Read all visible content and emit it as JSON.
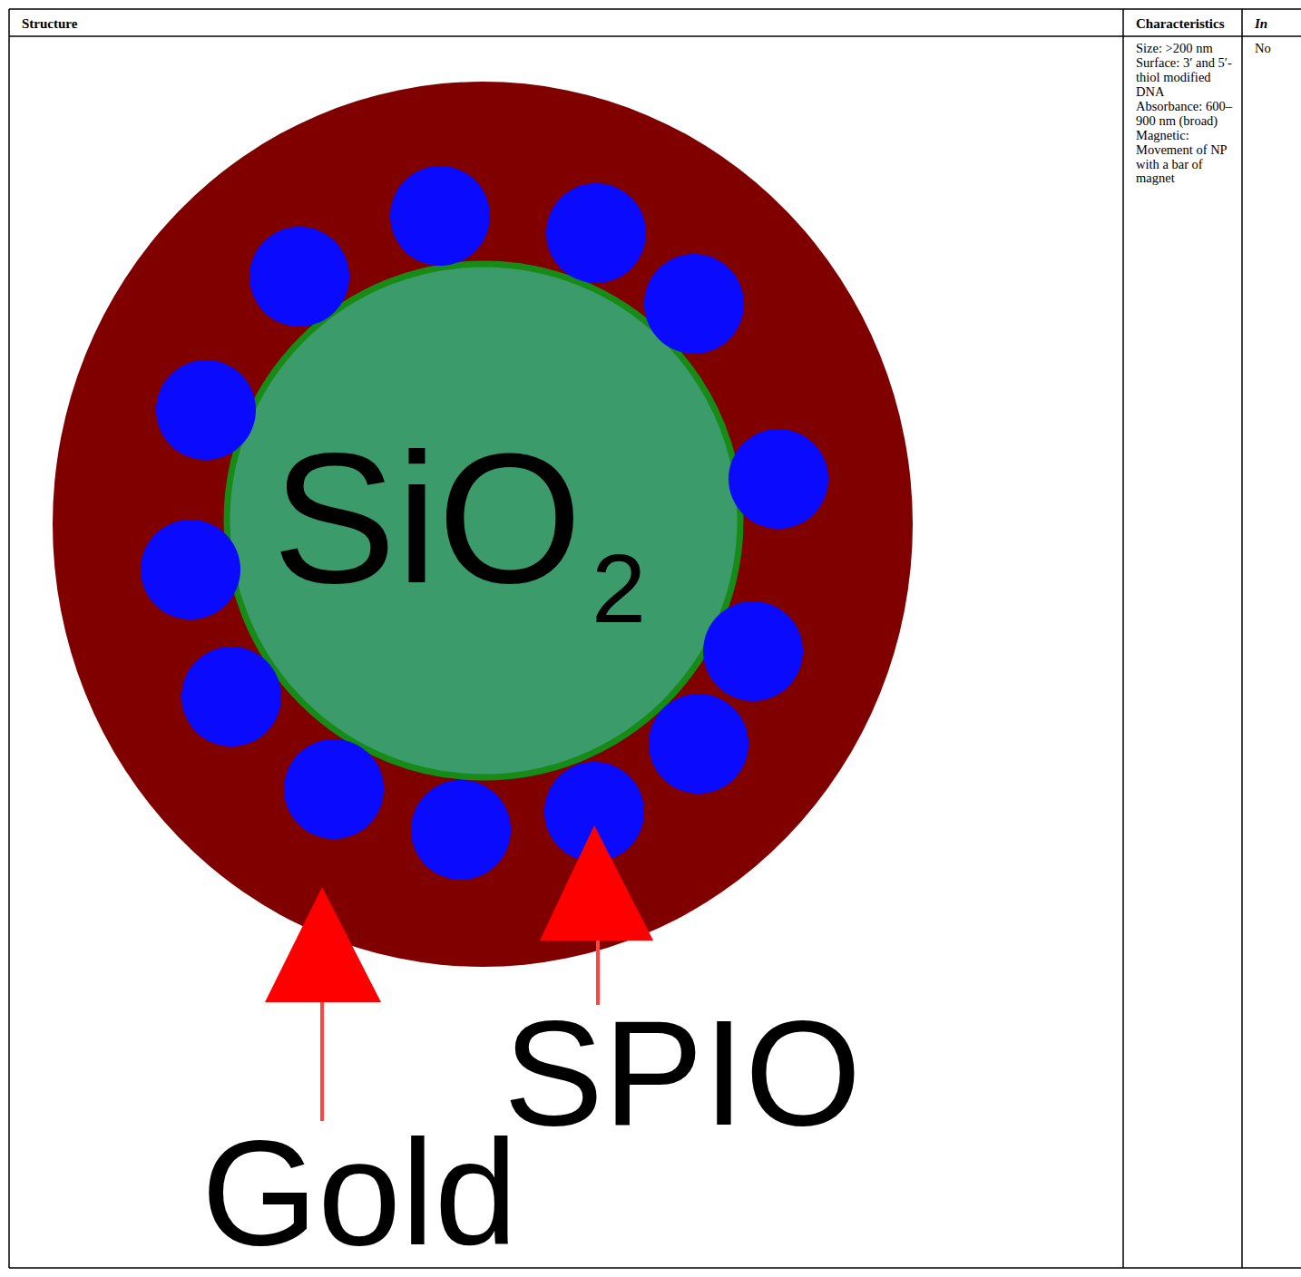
{
  "diagram": {
    "nodes": [
      {
        "text": [
          "SiO",
          "2"
        ]
      }
    ],
    "labels": [
      "Structure",
      "Characteristics",
      "In",
      "Size: >200 nm",
      "Surface: 3′ and 5′-thiol modified DNA",
      "Absorbance: 600–900 nm (broad)",
      "Magnetic: Movement of NP with a bar of magnet",
      "No",
      "Gold",
      "SPIO"
    ]
  }
}
